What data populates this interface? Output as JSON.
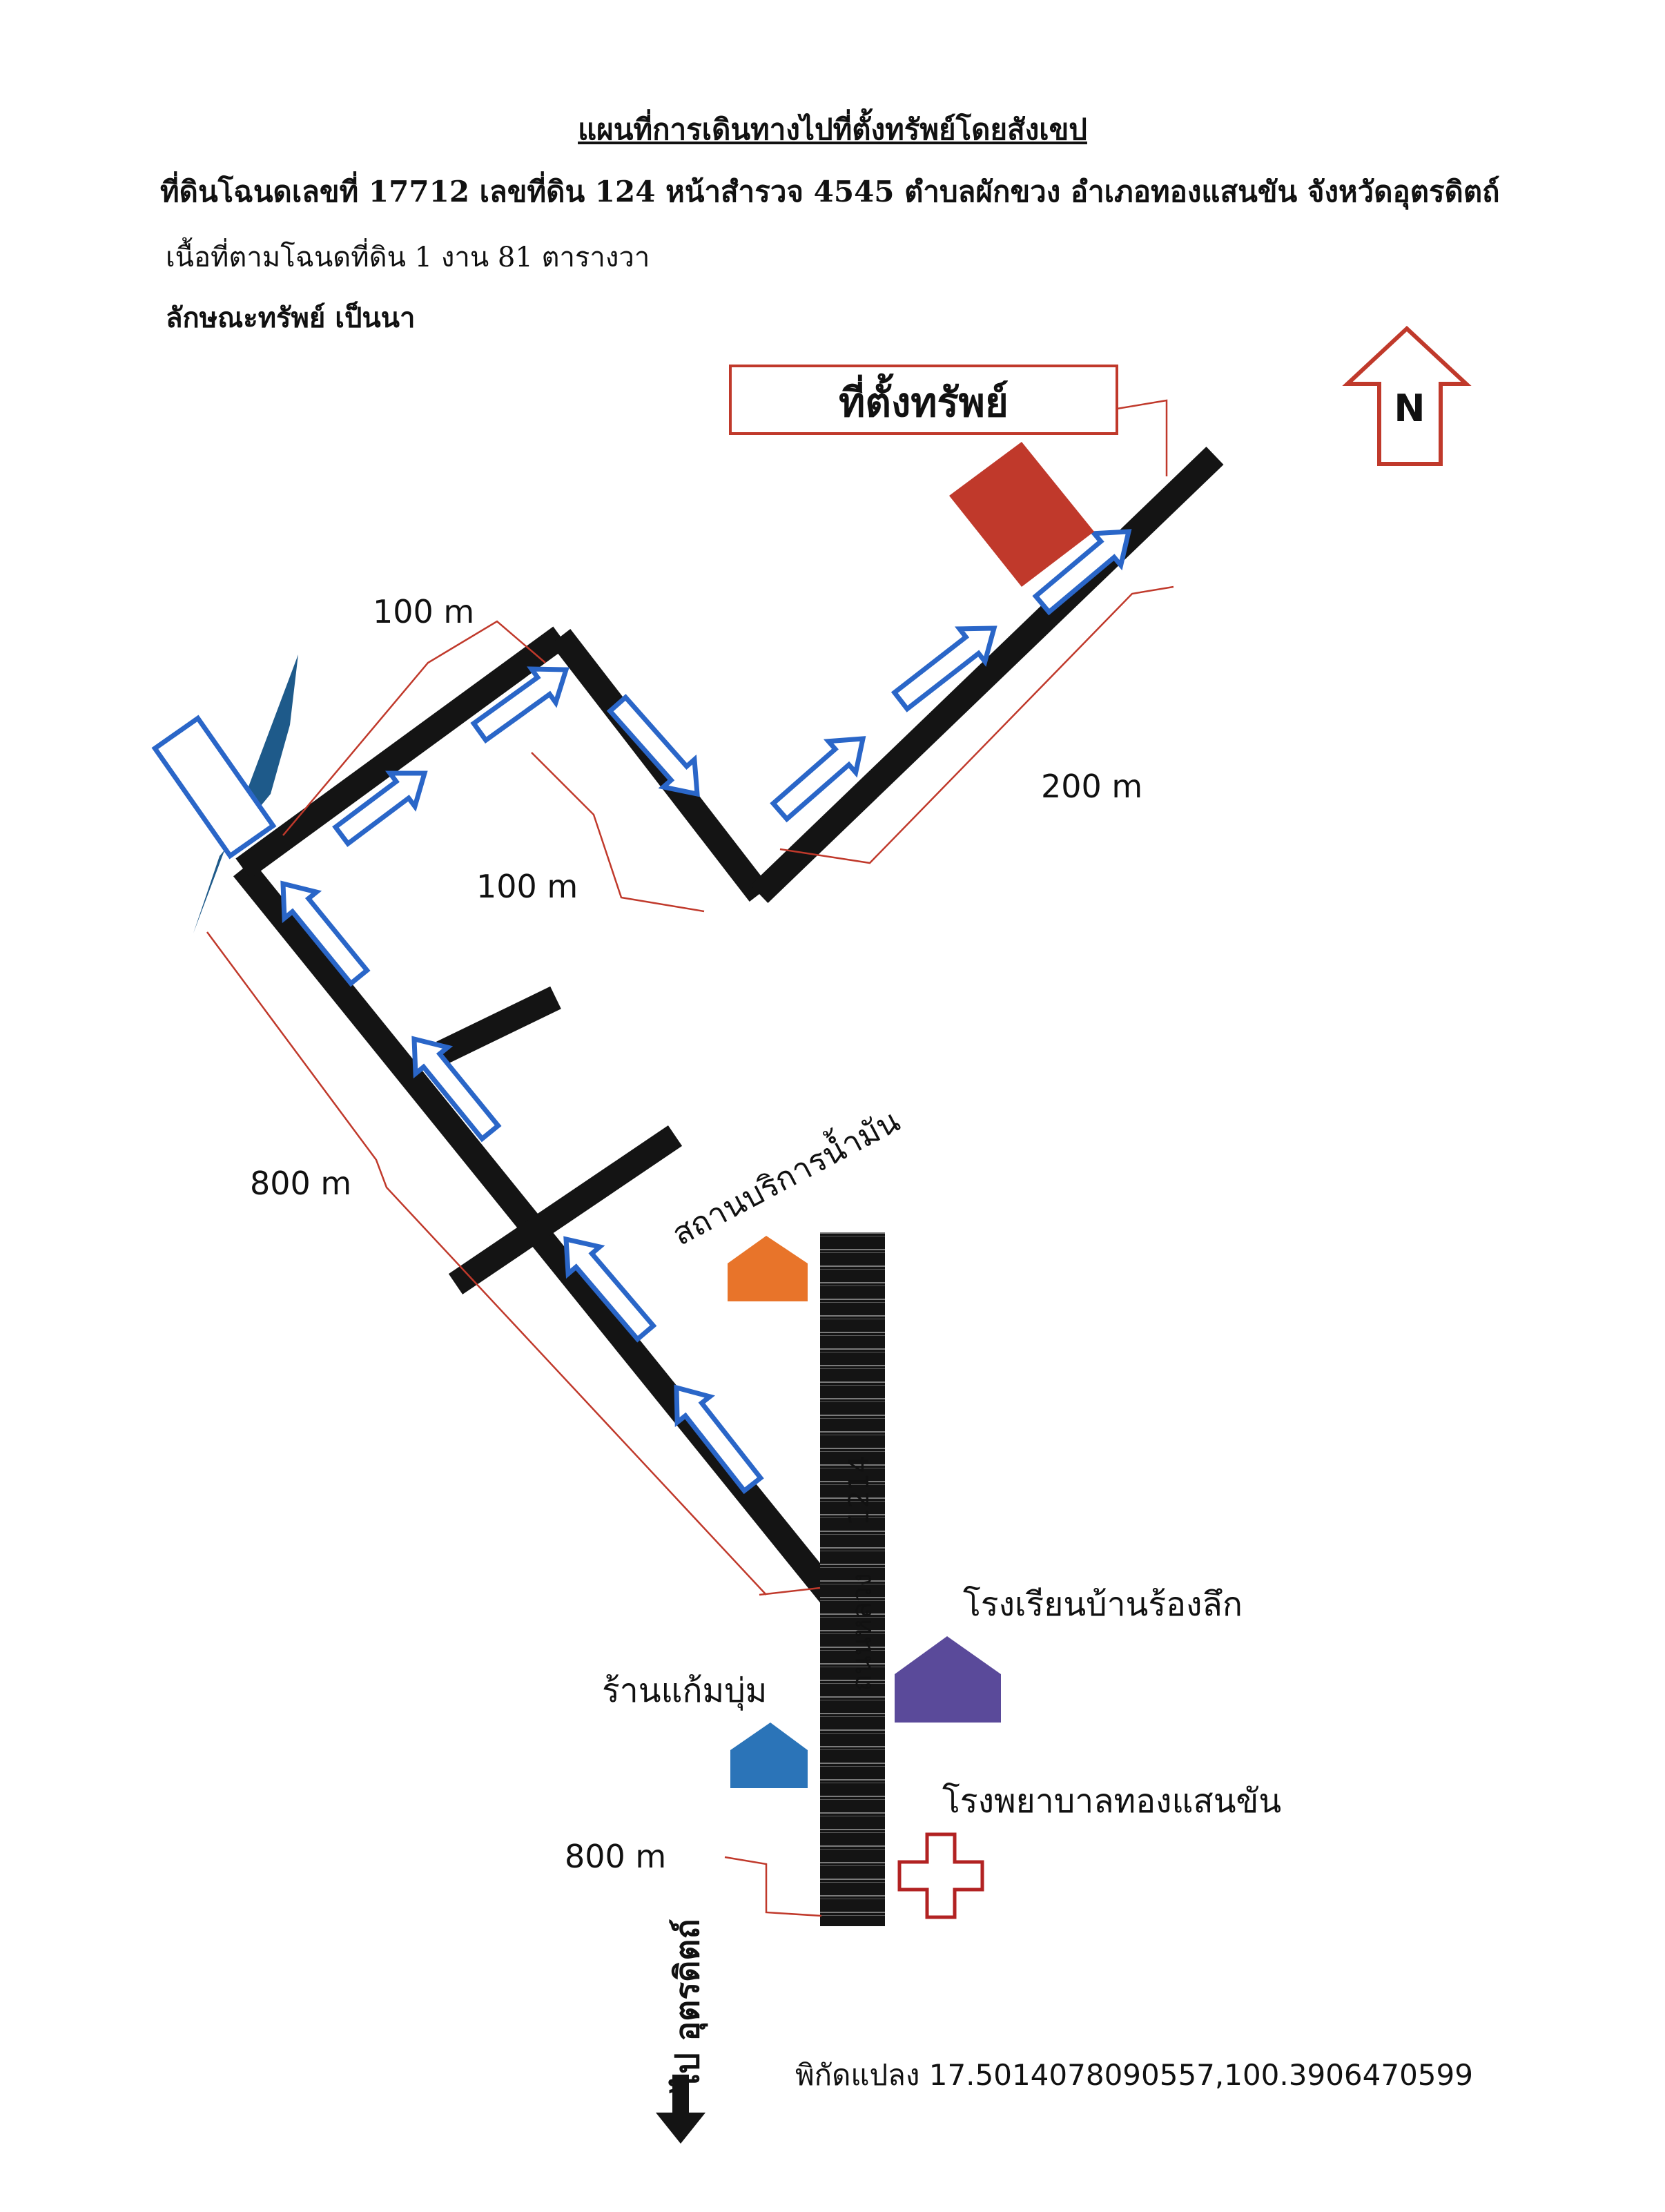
{
  "header": {
    "title": "แผนที่การเดินทางไปที่ตั้งทรัพย์โดยสังเขป",
    "deed_line": "ที่ดินโฉนดเลขที่  17712 เลขที่ดิน 124 หน้าสำรวจ 4545 ตำบลผักขวง อำเภอทองแสนขัน จังหวัดอุตรดิตถ์",
    "area_line": "เนื้อที่ตามโฉนดที่ดิน 1 งาน 81 ตารางวา",
    "property_line": "ลักษณะทรัพย์ เป็นนา"
  },
  "map": {
    "property_label": "ที่ตั้งทรัพย์",
    "north_label": "N",
    "distances": {
      "seg1": "100 m",
      "seg2": "100 m",
      "seg3": "200 m",
      "seg4": "800 m",
      "seg5": "800 m"
    },
    "landmarks": {
      "gas_station": "สถานบริการน้ำมัน",
      "school": "โรงเรียนบ้านร้องลึก",
      "shop": "ร้านแก้มบุ่ม",
      "hospital": "โรงพยาบาลทองแสนขัน"
    },
    "highway_label": "ถนนหลวง",
    "highway_number": "1214",
    "direction_label": "ไป อุตรดิตถ์",
    "coordinates": "พิกัดแปลง 17.5014078090557,100.3906470599"
  },
  "colors": {
    "road": "#141414",
    "property": "#c0392b",
    "gas_station": "#e8742a",
    "school": "#5a4a9a",
    "shop": "#2b74b8",
    "hospital": "#b22222",
    "arrow_outline": "#2a66c8",
    "leader_line": "#c0392b",
    "water": "#1e5a8a"
  }
}
